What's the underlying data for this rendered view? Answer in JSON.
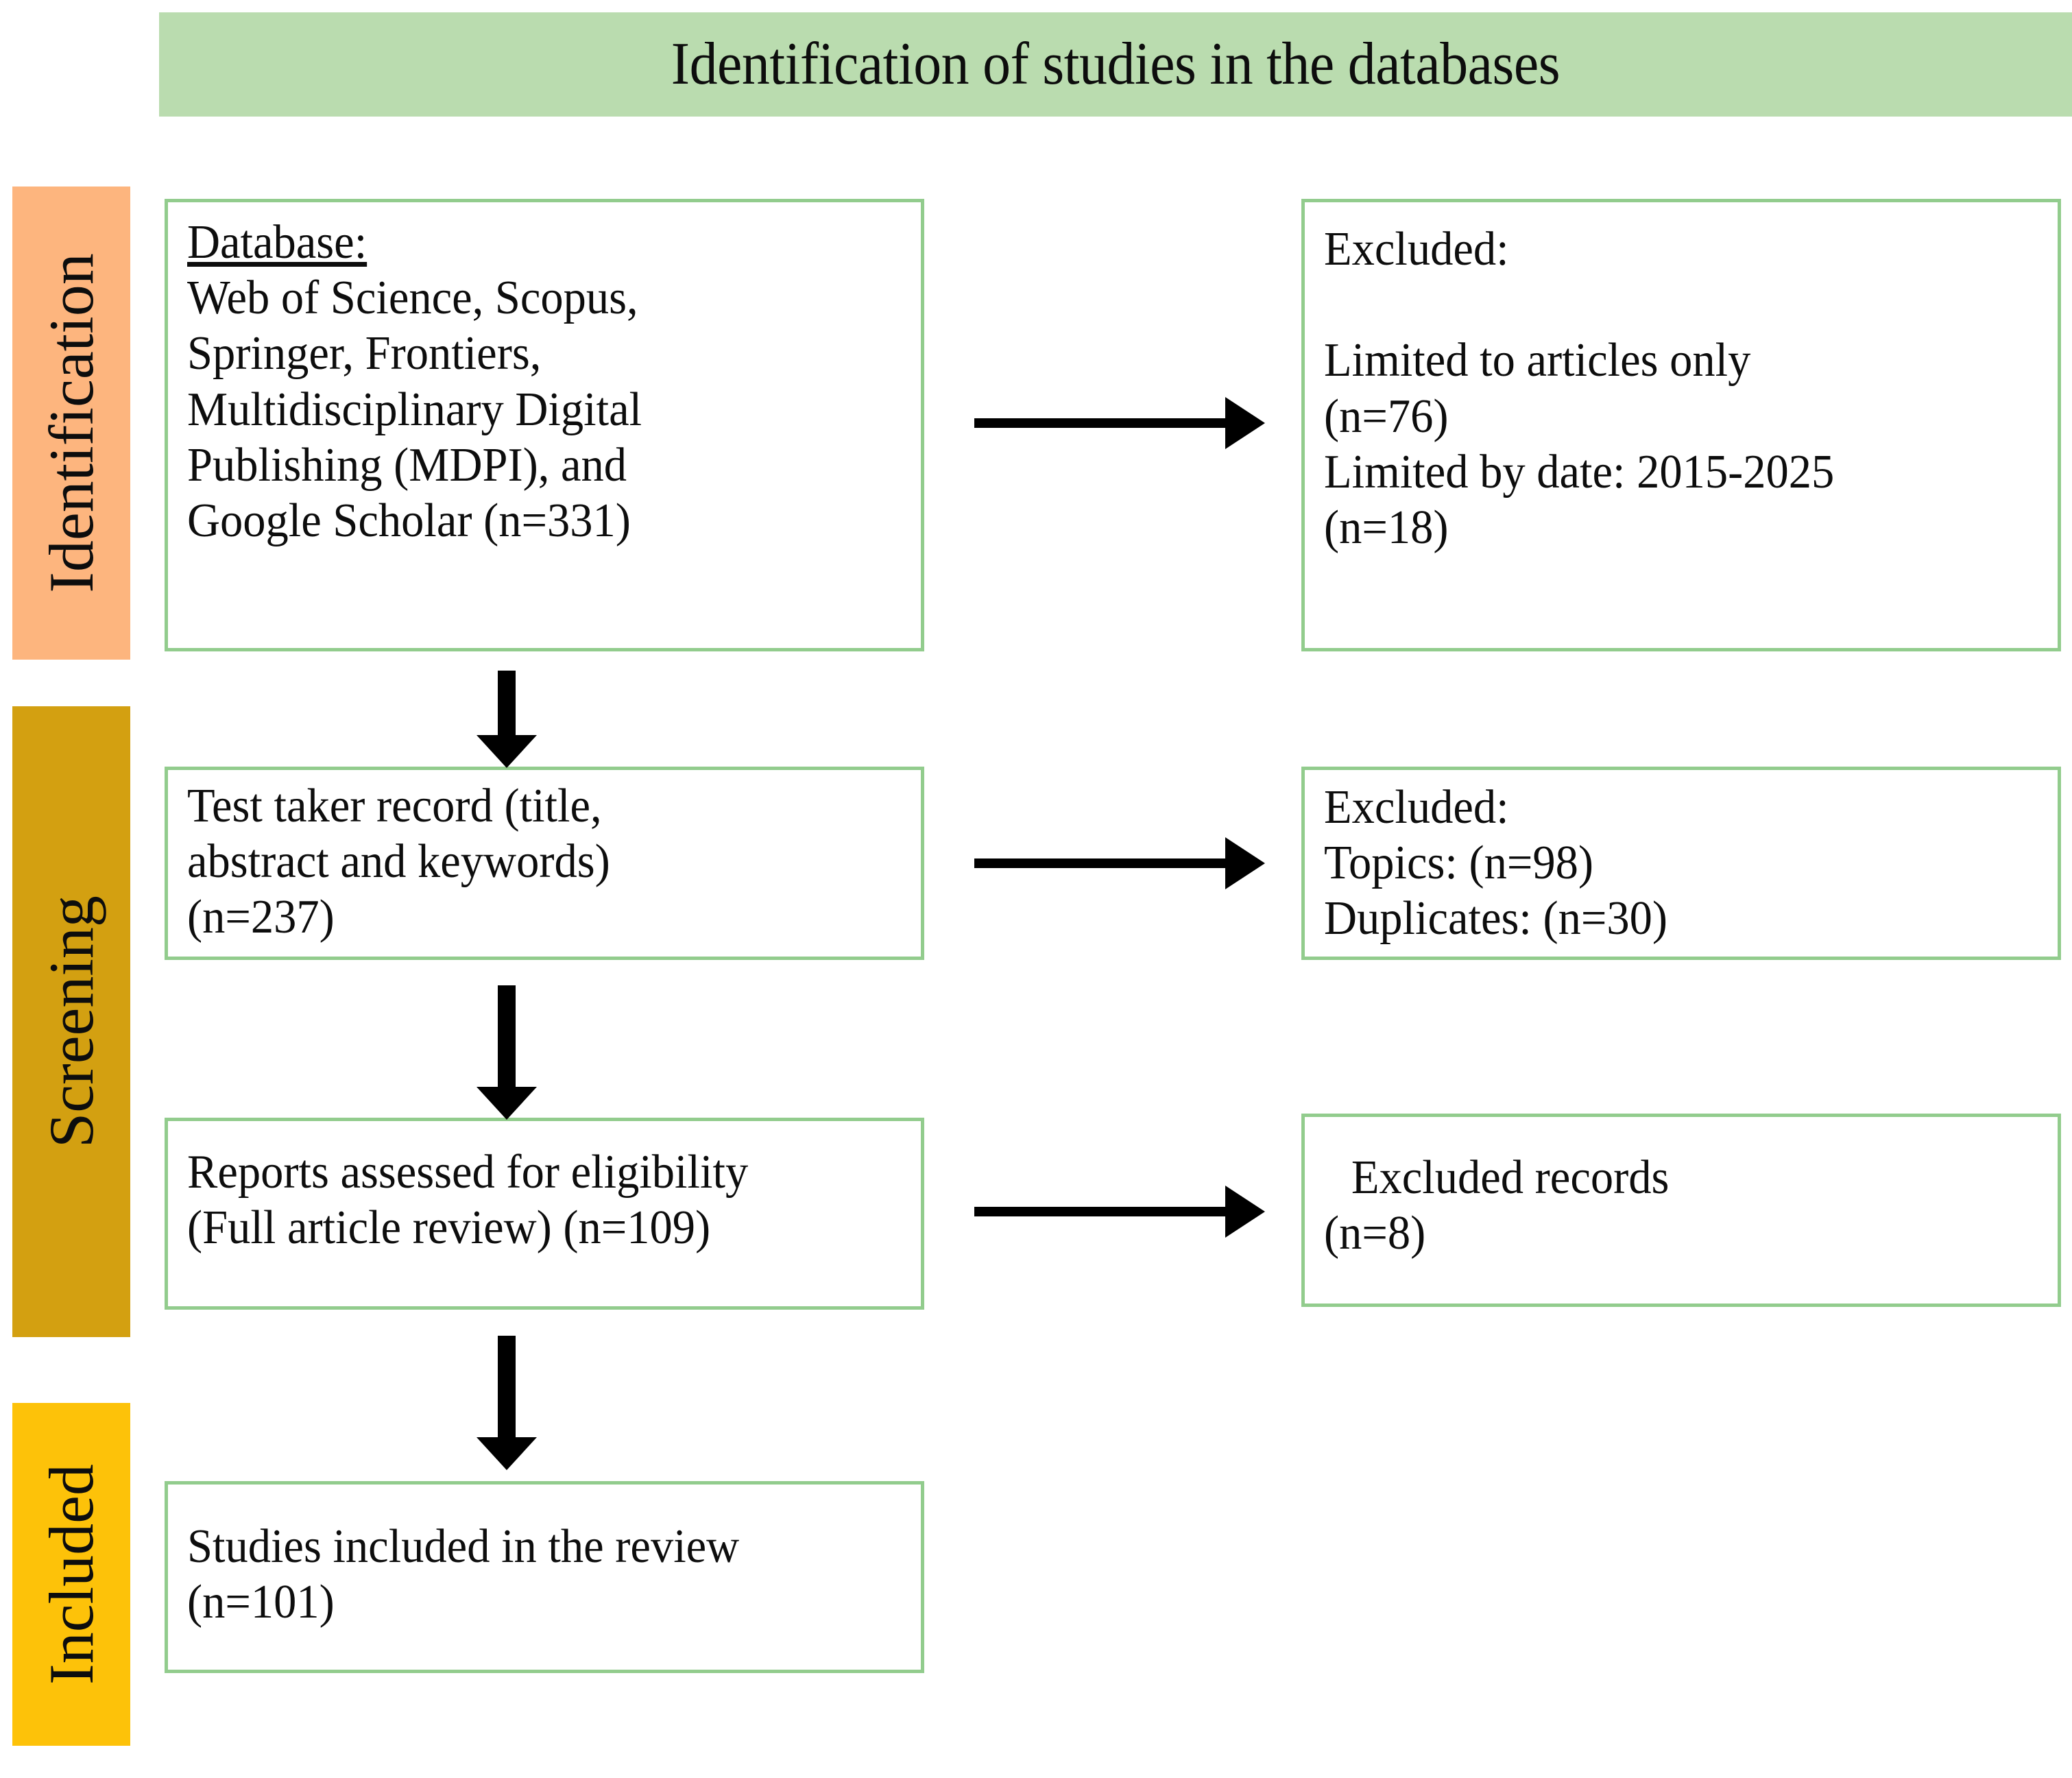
{
  "title": {
    "text": "Identification of studies in the databases",
    "background": "#BADCAF"
  },
  "stages": [
    {
      "key": "identification",
      "label": "Identification",
      "color": "#FDB57E"
    },
    {
      "key": "screening",
      "label": "Screening",
      "color": "#D3A011"
    },
    {
      "key": "included",
      "label": "Included",
      "color": "#FDC209"
    }
  ],
  "boxes": {
    "database": {
      "heading": "Database:",
      "body": "Web of Science, Scopus,\nSpringer, Frontiers,\nMultidisciplinary Digital\nPublishing (MDPI), and\nGoogle Scholar (n=331)"
    },
    "excluded_identification": {
      "heading": "Excluded:",
      "body": "Limited to articles only\n(n=76)\nLimited by date: 2015-2025\n(n=18)"
    },
    "record": {
      "body": "Test taker record (title,\nabstract and keywords)\n(n=237)"
    },
    "excluded_screening": {
      "heading": "Excluded:",
      "body": "Topics: (n=98)\nDuplicates: (n=30)"
    },
    "eligibility": {
      "body": "Reports assessed for eligibility\n(Full article review) (n=109)"
    },
    "excluded_eligibility": {
      "heading": "Excluded records",
      "body": "(n=8)"
    },
    "included": {
      "body": "Studies included in the review\n(n=101)"
    }
  },
  "counts": {
    "records_identified": 331,
    "excluded_non_articles": 76,
    "excluded_by_date": 18,
    "records_screened": 237,
    "excluded_topics": 98,
    "excluded_duplicates": 30,
    "reports_assessed": 109,
    "excluded_records": 8,
    "studies_included": 101,
    "date_range": "2015-2025"
  },
  "colors": {
    "box_border": "#92CC8D",
    "arrow": "#000000",
    "text": "#0d0d0d"
  }
}
